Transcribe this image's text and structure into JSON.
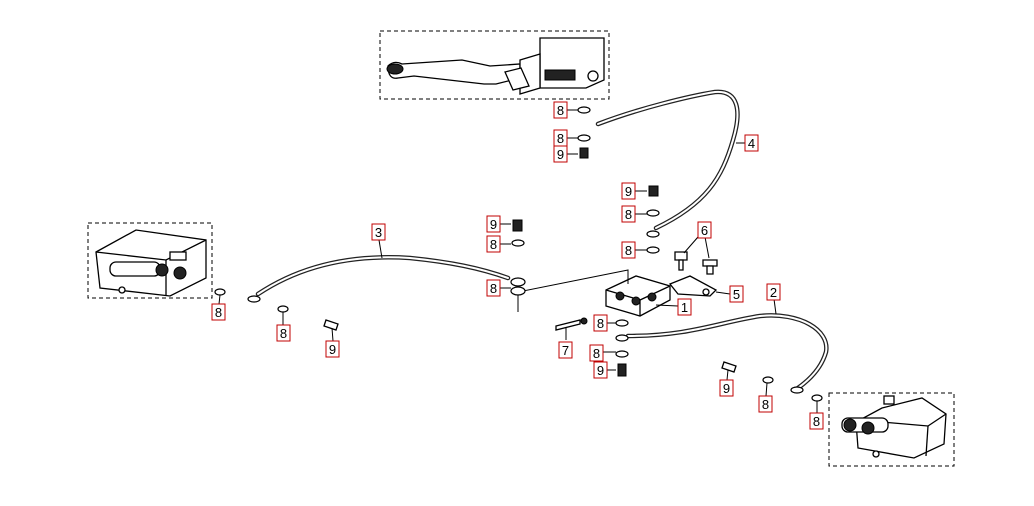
{
  "callouts": [
    "1",
    "2",
    "3",
    "4",
    "5",
    "6",
    "7",
    "8",
    "9"
  ],
  "colors": {
    "callout_border": "#c00000",
    "line_art": "#000000",
    "background": "#ffffff"
  }
}
